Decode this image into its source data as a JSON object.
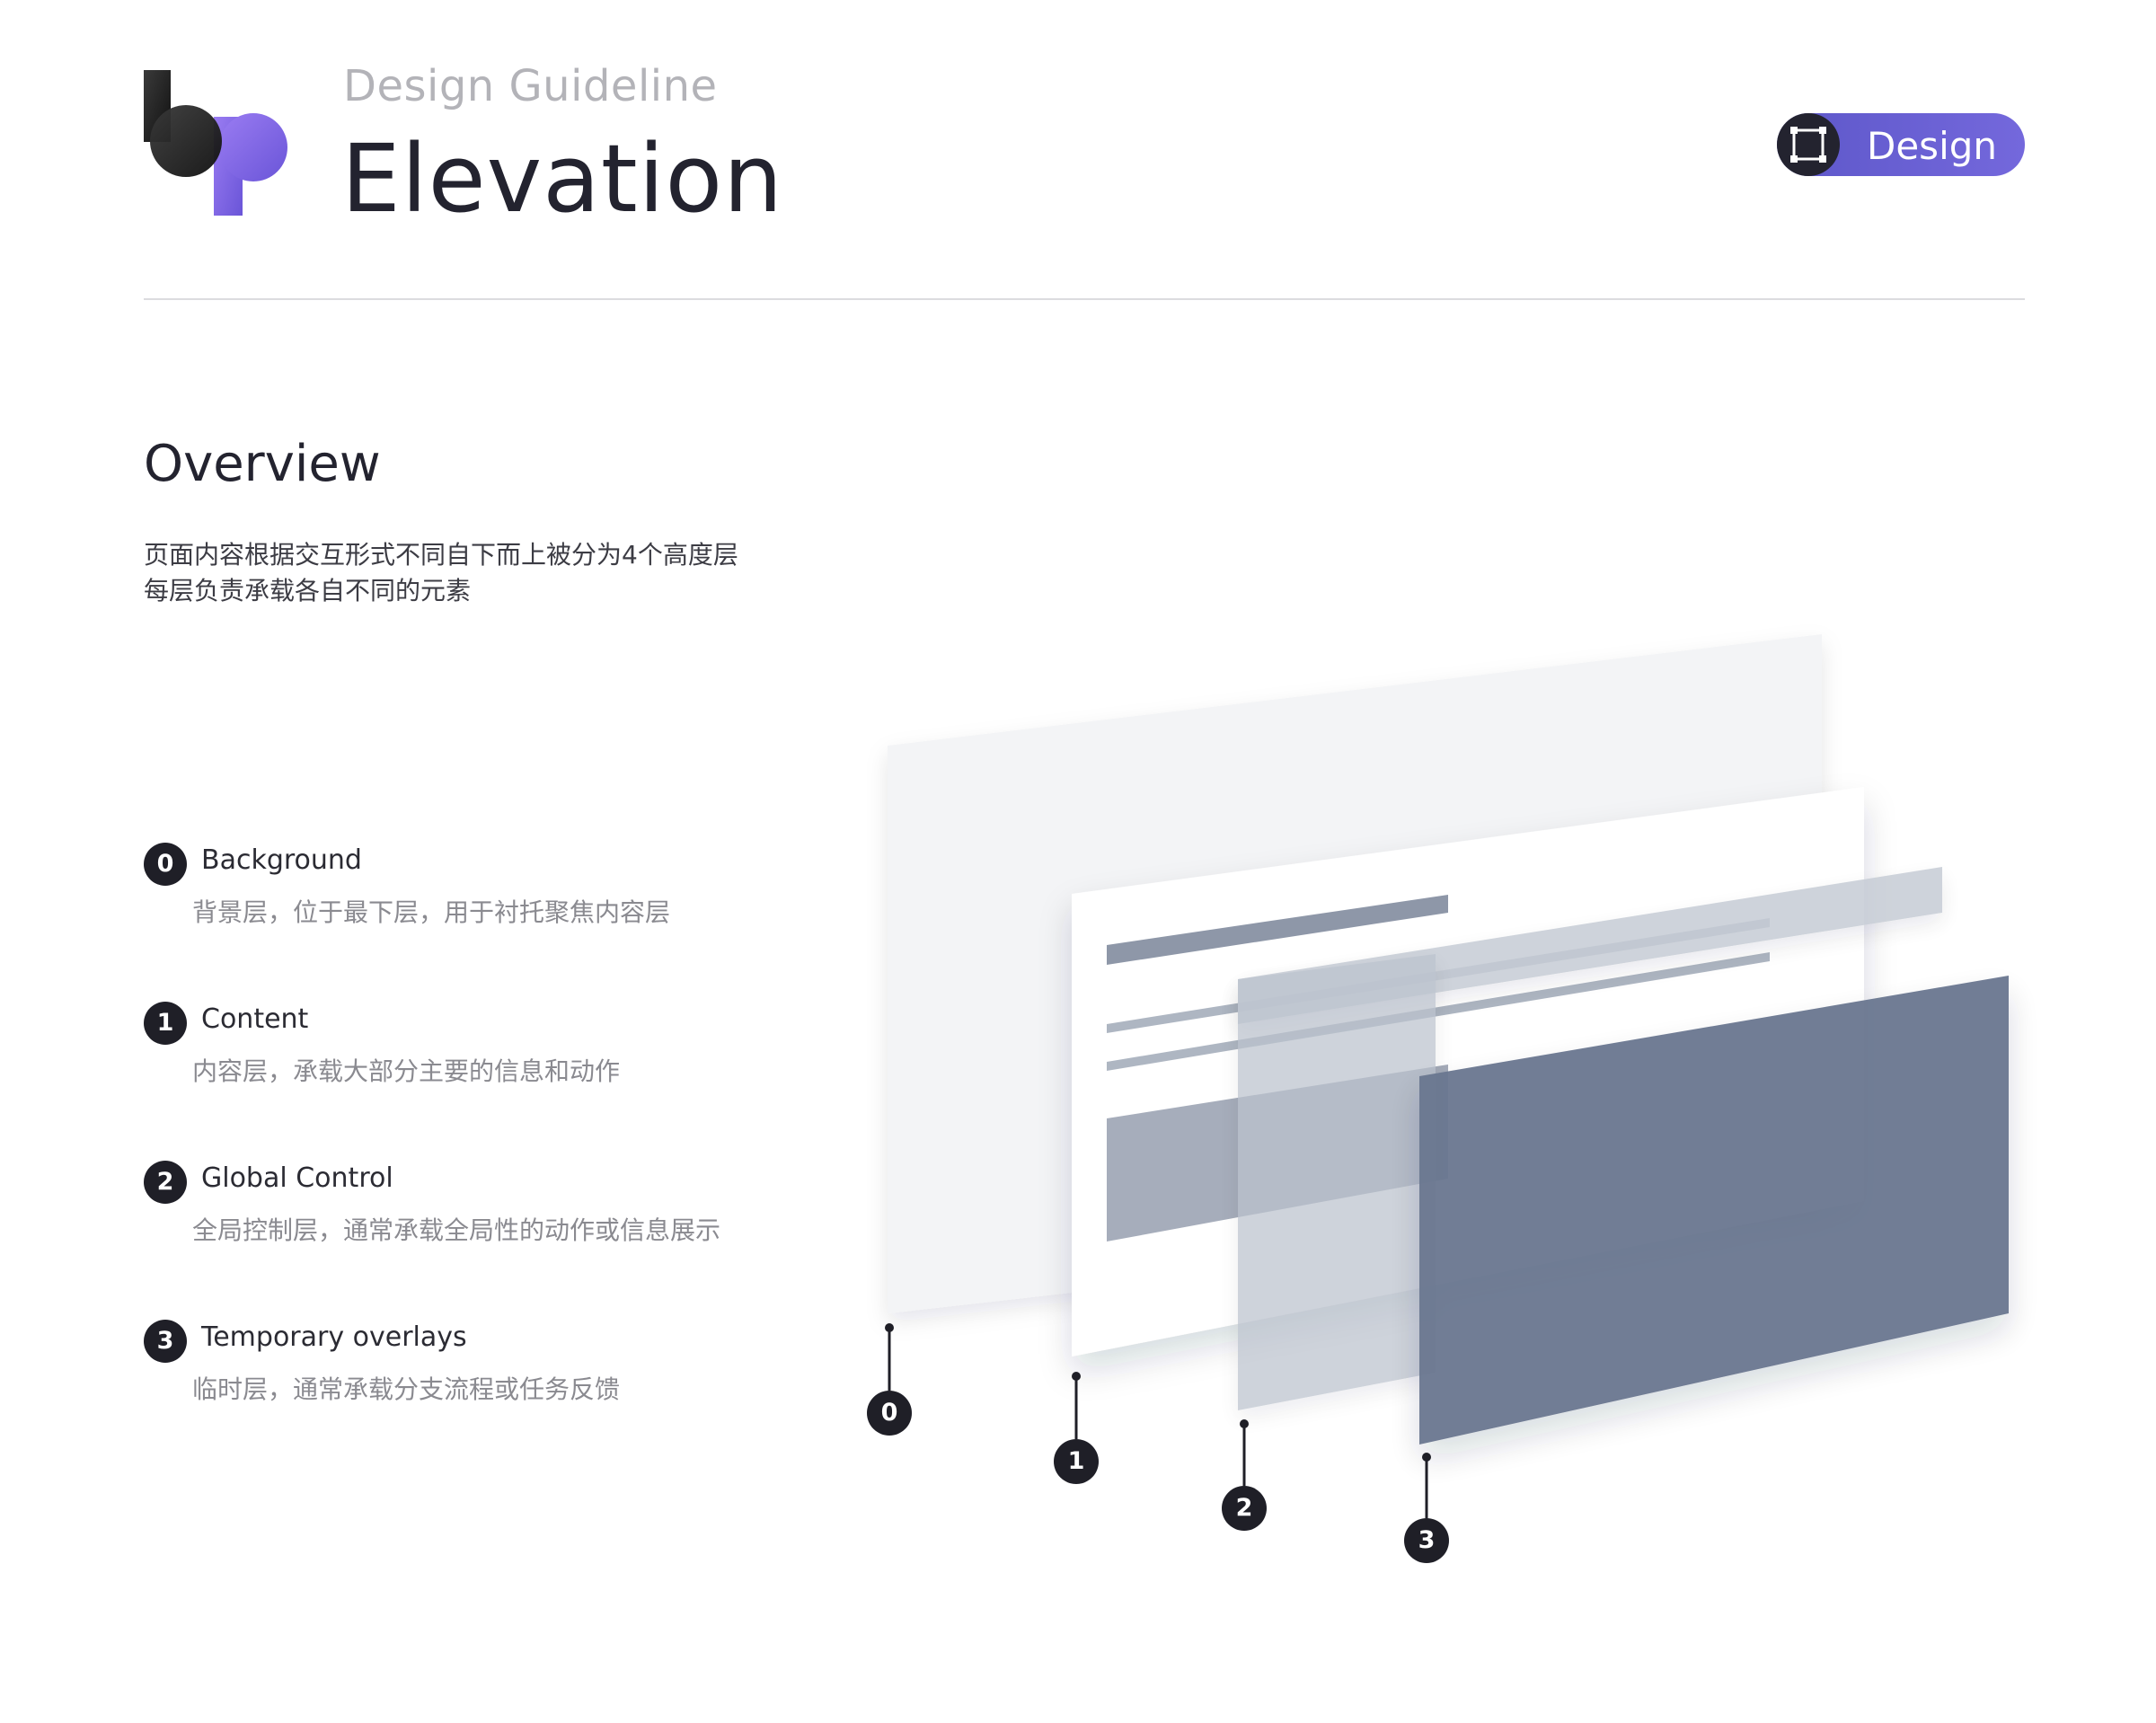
{
  "header": {
    "subtitle": "Design Guideline",
    "title": "Elevation",
    "badge_label": "Design",
    "badge_icon": "frame-icon",
    "logo": "bp-logo"
  },
  "overview": {
    "title": "Overview",
    "lines": [
      "页面内容根据交互形式不同自下而上被分为4个高度层",
      "每层负责承载各自不同的元素"
    ]
  },
  "layers": [
    {
      "num": "0",
      "name": "Background",
      "desc": "背景层，位于最下层，用于衬托聚焦内容层"
    },
    {
      "num": "1",
      "name": "Content",
      "desc": "内容层，承载大部分主要的信息和动作"
    },
    {
      "num": "2",
      "name": "Global Control",
      "desc": "全局控制层，通常承载全局性的动作或信息展示"
    },
    {
      "num": "3",
      "name": "Temporary overlays",
      "desc": "临时层，通常承载分支流程或任务反馈"
    }
  ],
  "colors": {
    "accent": "#6d63d6",
    "dark": "#1f1f27",
    "layer_background": "#f3f4f6",
    "layer_content": "#ffffff",
    "layer_global": "#b9c0cb",
    "layer_temporary": "#6b7790"
  }
}
